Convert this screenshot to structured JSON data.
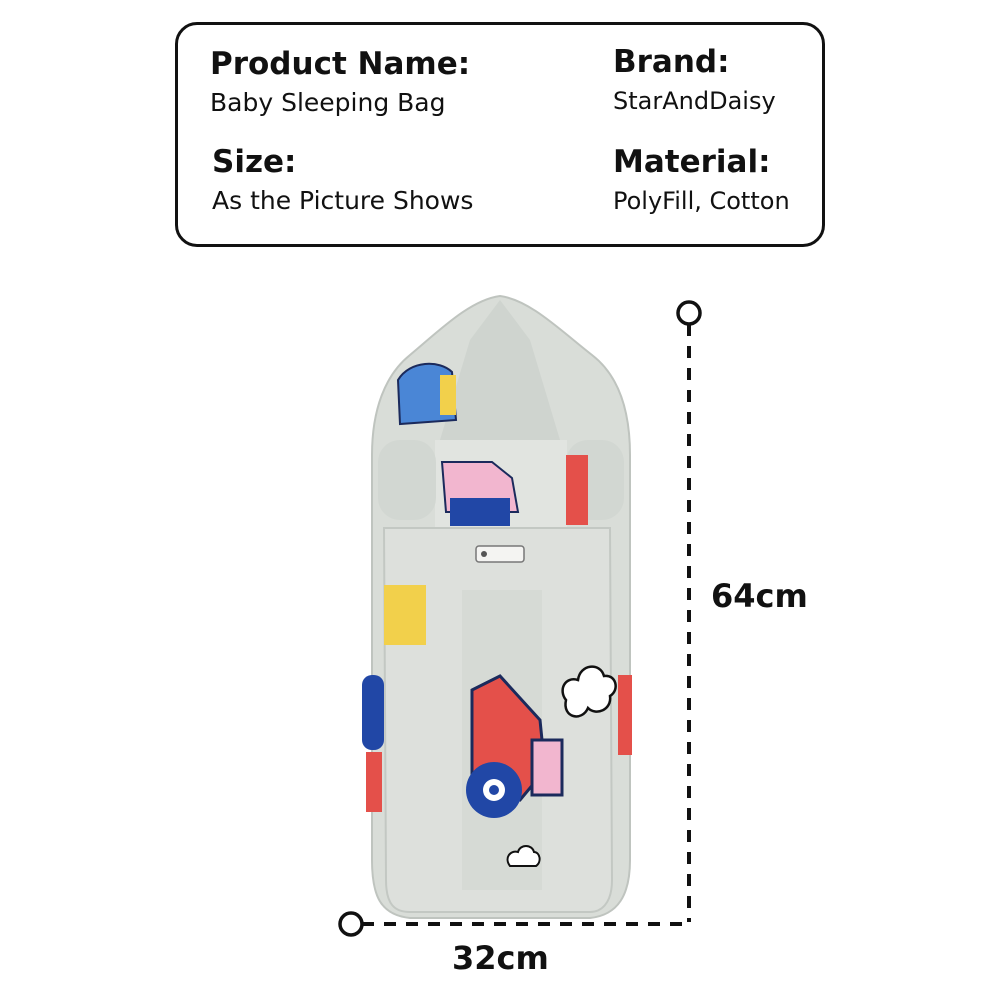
{
  "specs": {
    "product_name": {
      "label": "Product Name:",
      "value": "Baby Sleeping Bag"
    },
    "brand": {
      "label": "Brand:",
      "value": "StarAndDaisy"
    },
    "size": {
      "label": "Size:",
      "value": "As the Picture Shows"
    },
    "material": {
      "label": "Material:",
      "value": "PolyFill, Cotton"
    }
  },
  "dimensions": {
    "height": "64cm",
    "width": "32cm"
  },
  "colors": {
    "fabric": "#d9ddd8",
    "fabric_shade": "#c6cbc6",
    "dashed_line": "#111111",
    "car_red": "#e4504a",
    "wheel_blue": "#2147a6",
    "accent_yellow": "#f2d04b",
    "accent_pink": "#f2b6cf"
  }
}
